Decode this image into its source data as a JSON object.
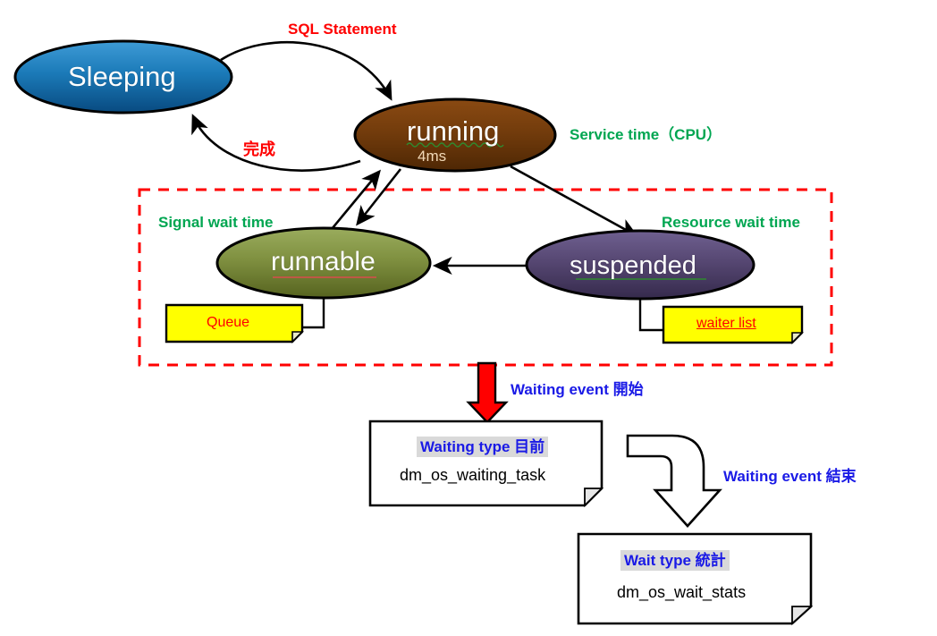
{
  "diagram": {
    "title_text_elements": {
      "sql_statement": "SQL Statement",
      "complete_cn": "完成",
      "service_time": "Service time（CPU）",
      "signal_wait_time": "Signal wait time",
      "resource_wait_time": "Resource wait time",
      "waiting_event_start": "Waiting event  開始",
      "waiting_event_end": "Waiting event  結束"
    },
    "nodes": [
      {
        "id": "sleeping",
        "label": "Sleeping",
        "sub": "",
        "fill_top": "#3e9bd6",
        "fill_bottom": "#0b5c9b"
      },
      {
        "id": "running",
        "label": "running",
        "sub": "4ms",
        "fill_top": "#7b3f10",
        "fill_bottom": "#5b2d06"
      },
      {
        "id": "runnable",
        "label": "runnable",
        "sub": "",
        "fill_top": "#93a64f",
        "fill_bottom": "#5d6b26"
      },
      {
        "id": "suspended",
        "label": "suspended",
        "sub": "",
        "fill_top": "#6a5a86",
        "fill_bottom": "#3f3358"
      }
    ],
    "notes": [
      {
        "id": "queue",
        "label": "Queue",
        "fill": "#ffff00",
        "text_color": "#ff0000"
      },
      {
        "id": "waiter-list",
        "label": "waiter list",
        "fill": "#ffff00",
        "text_color": "#ff0000"
      }
    ],
    "dmv_boxes": [
      {
        "id": "dm-os-waiting-task",
        "heading": "Waiting type  目前",
        "body": "dm_os_waiting_task",
        "heading_color": "#1a1ae6",
        "heading_highlight": "#d9d9d9"
      },
      {
        "id": "dm-os-wait-stats",
        "heading": "Wait type 統計",
        "body": "dm_os_wait_stats",
        "heading_color": "#1a1ae6",
        "heading_highlight": "#d9d9d9"
      }
    ],
    "region": {
      "id": "wait-time-region",
      "border_color": "#ff0000",
      "border_style": "dashed"
    },
    "colors": {
      "red": "#ff0000",
      "green": "#00a651",
      "blue": "#1a1ae6",
      "yellow": "#ffff00",
      "black": "#000000",
      "highlight_gray": "#d9d9d9"
    }
  }
}
